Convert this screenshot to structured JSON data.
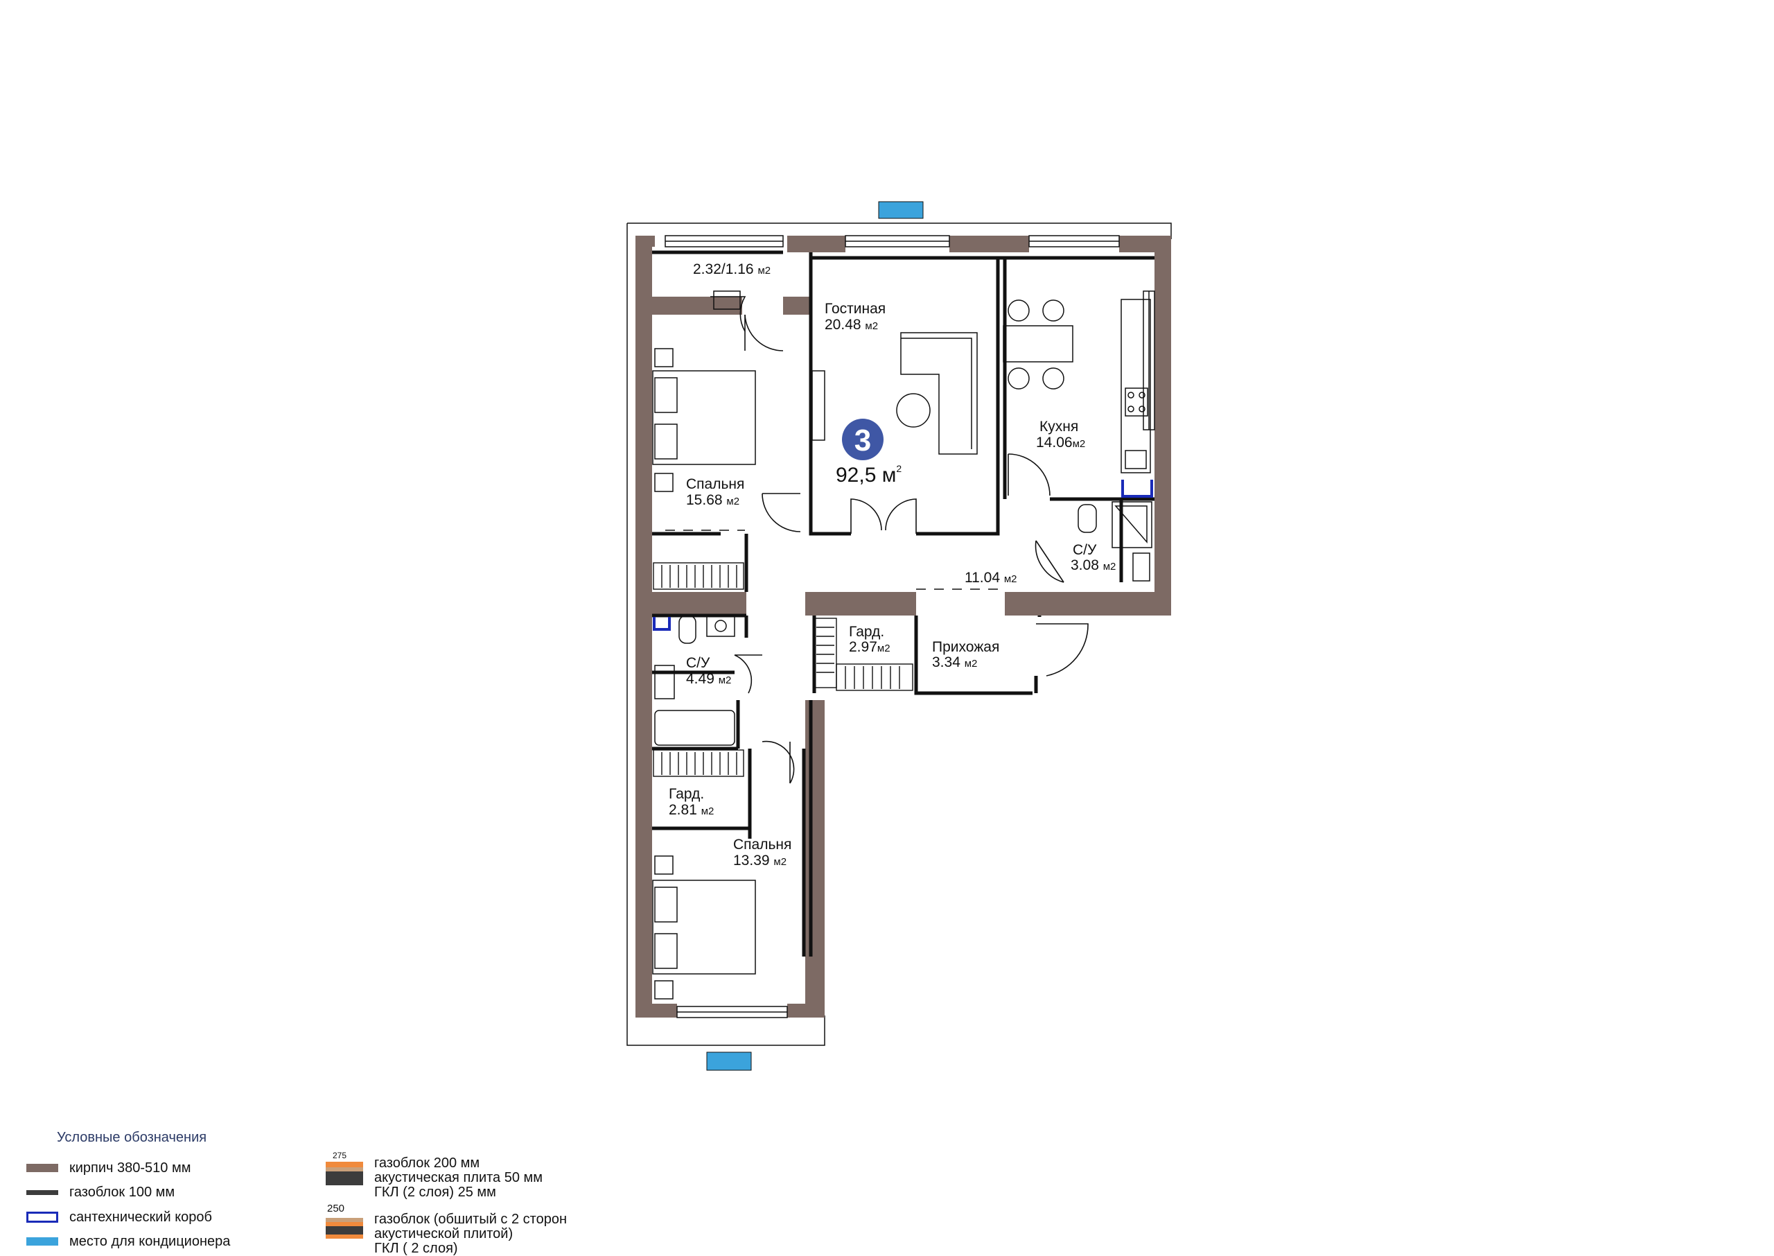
{
  "plan": {
    "badge_number": "3",
    "total_area": "92,5 м",
    "total_area_sup": "2",
    "rooms": {
      "balcony": {
        "area": "2.32/1.16",
        "unit": "м2"
      },
      "living": {
        "name": "Гостиная",
        "area": "20.48",
        "unit": "м2"
      },
      "kitchen": {
        "name": "Кухня",
        "area": "14.06",
        "unit": "м2"
      },
      "bedroom1": {
        "name": "Спальня",
        "area": "15.68",
        "unit": "м2"
      },
      "corridor": {
        "area": "11.04",
        "unit": "м2"
      },
      "bath_small": {
        "name": "С/У",
        "area": "3.08",
        "unit": "м2"
      },
      "wardrobe1": {
        "name": "Гард.",
        "area": "2.97",
        "unit": "м2"
      },
      "hallway": {
        "name": "Прихожая",
        "area": "3.34",
        "unit": "м2"
      },
      "bath_main": {
        "name": "С/У",
        "area": "4.49",
        "unit": "м2"
      },
      "wardrobe2": {
        "name": "Гард.",
        "area": "2.81",
        "unit": "м2"
      },
      "bedroom2": {
        "name": "Спальня",
        "area": "13.39",
        "unit": "м2"
      }
    }
  },
  "legend": {
    "title": "Условные обозначения",
    "items": [
      {
        "label": "кирпич 380-510 мм",
        "color": "#7d6a64"
      },
      {
        "label": "газоблок 100 мм",
        "color": "#3c3c3c"
      },
      {
        "label": "сантехнический короб",
        "color": "#1a2bb8"
      },
      {
        "label": "место для кондиционера",
        "color": "#3ba3dc"
      }
    ],
    "wall_types": [
      {
        "thickness": "275 мм",
        "lines": [
          "газоблок 200 мм",
          "акустическая плита 50 мм",
          "ГКЛ (2 слоя) 25 мм"
        ]
      },
      {
        "thickness": "250 мм",
        "lines": [
          "газоблок (обшитый с 2 сторон",
          "акустической плитой)",
          "ГКЛ ( 2 слоя)"
        ]
      }
    ]
  },
  "colors": {
    "brick": "#7d6a64",
    "partition": "#111111",
    "plumbing_box": "#1a2bb8",
    "ac": "#3ba3dc",
    "badge": "#3f57a5"
  }
}
